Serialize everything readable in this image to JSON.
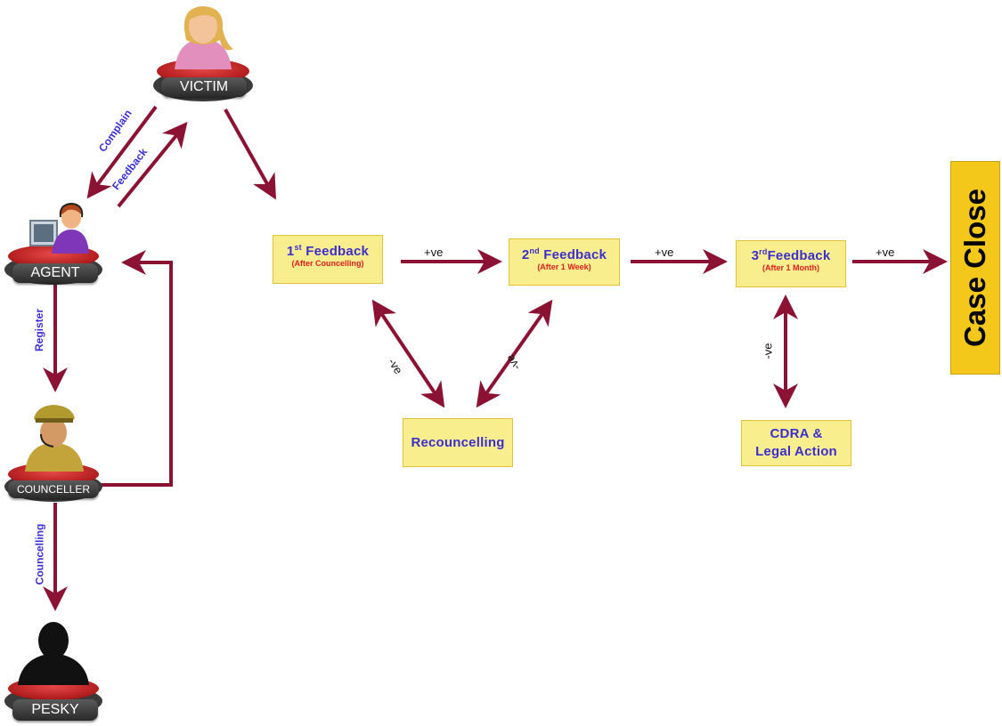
{
  "actors": {
    "victim": "VICTIM",
    "agent": "AGENT",
    "counceller": "COUNCELLER",
    "pesky": "PESKY"
  },
  "edges": {
    "complain": "Complain",
    "feedback": "Feedback",
    "register": "Register",
    "councelling": "Councelling",
    "pos1": "+ve",
    "pos2": "+ve",
    "pos3": "+ve",
    "neg1": "-ve",
    "neg2": "-ve",
    "neg3": "-ve"
  },
  "feedback1": {
    "ordinal": "1",
    "suffix": "st",
    "title": "Feedback",
    "subtitle": "(After Councelling)"
  },
  "feedback2": {
    "ordinal": "2",
    "suffix": "nd",
    "title": "Feedback",
    "subtitle": "(After 1 Week)"
  },
  "feedback3": {
    "ordinal": "3",
    "suffix": "rd",
    "title": "Feedback",
    "subtitle": "(After 1 Month)"
  },
  "recouncelling": "Recouncelling",
  "cdra": {
    "line1": "CDRA &",
    "line2": "Legal Action"
  },
  "case_close": "Case Close",
  "colors": {
    "arrow": "#8b1232",
    "box_fill": "#f8ee8e",
    "label_blue": "#3b2fd8",
    "subtitle_red": "#e01d1d",
    "case_close": "#f3c81b"
  }
}
